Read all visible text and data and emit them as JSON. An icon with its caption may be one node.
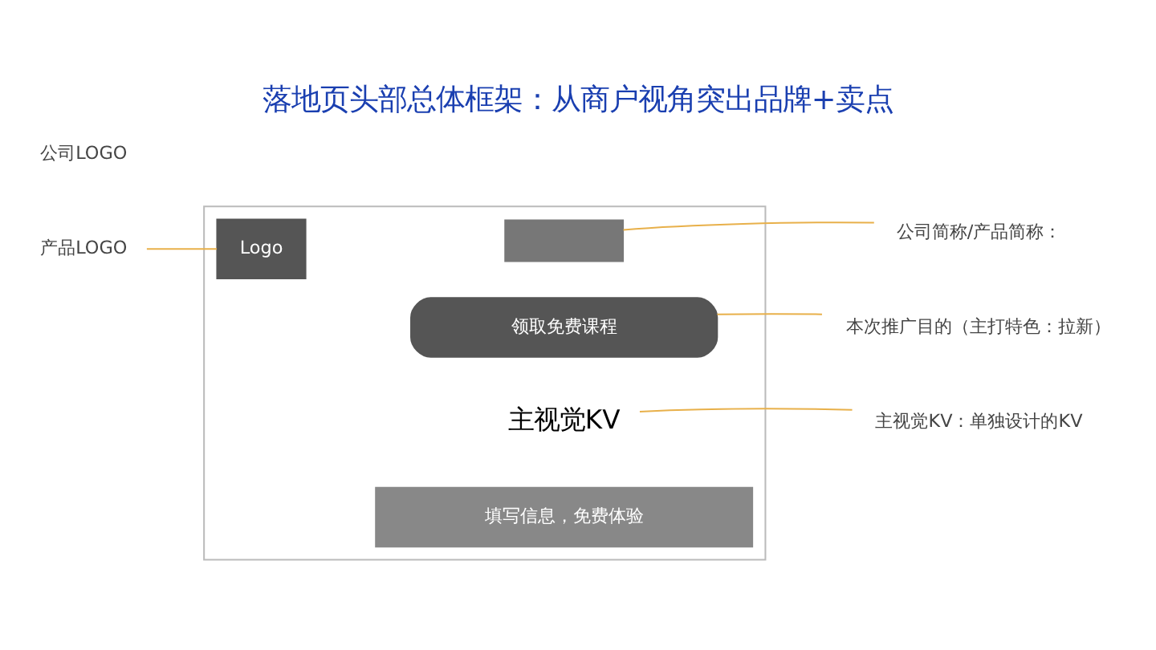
{
  "diagram": {
    "title": "落地页头部总体框架：从商户视角突出品牌+卖点",
    "nodes": [
      {
        "text": [],
        "shape": "box"
      },
      {
        "text": [
          "Logo"
        ],
        "in": 0
      },
      {
        "text": [],
        "shape": "box",
        "in": 0
      },
      {
        "text": [
          "领取免费课程"
        ],
        "in": 0
      },
      {
        "text": [
          "主视觉KV"
        ],
        "in": 0
      },
      {
        "text": [
          "填写信息，免费体验"
        ],
        "in": 0
      },
      {
        "text": [
          "产品LOGO"
        ]
      },
      {
        "text": [
          "公司简称/产品简称："
        ]
      },
      {
        "text": [
          "本次推广目的（主打特色：拉新）"
        ]
      },
      {
        "text": [
          "主视觉KV：单独设计的KV"
        ]
      }
    ],
    "edges": [
      {
        "from": 6,
        "to": 1,
        "arrow": "none"
      },
      {
        "from": 7,
        "to": 2,
        "arrow": "none"
      },
      {
        "from": 8,
        "to": 3,
        "arrow": "none"
      },
      {
        "from": 9,
        "to": 4,
        "arrow": "none"
      }
    ],
    "labels": [
      "公司LOGO"
    ]
  }
}
